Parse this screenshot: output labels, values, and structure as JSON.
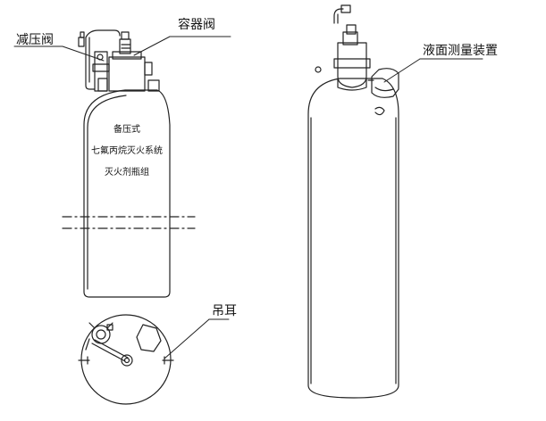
{
  "callouts": {
    "pressure_reducing_valve": "减压阀",
    "container_valve": "容器阀",
    "liquid_level_device": "液面测量装置",
    "lifting_lug": "吊耳"
  },
  "cylinder_text": {
    "line1": "备压式",
    "line2": "七氟丙烷灭火系统",
    "line3": "灭火剂瓶组"
  },
  "colors": {
    "line": "#222222",
    "background": "#ffffff"
  }
}
